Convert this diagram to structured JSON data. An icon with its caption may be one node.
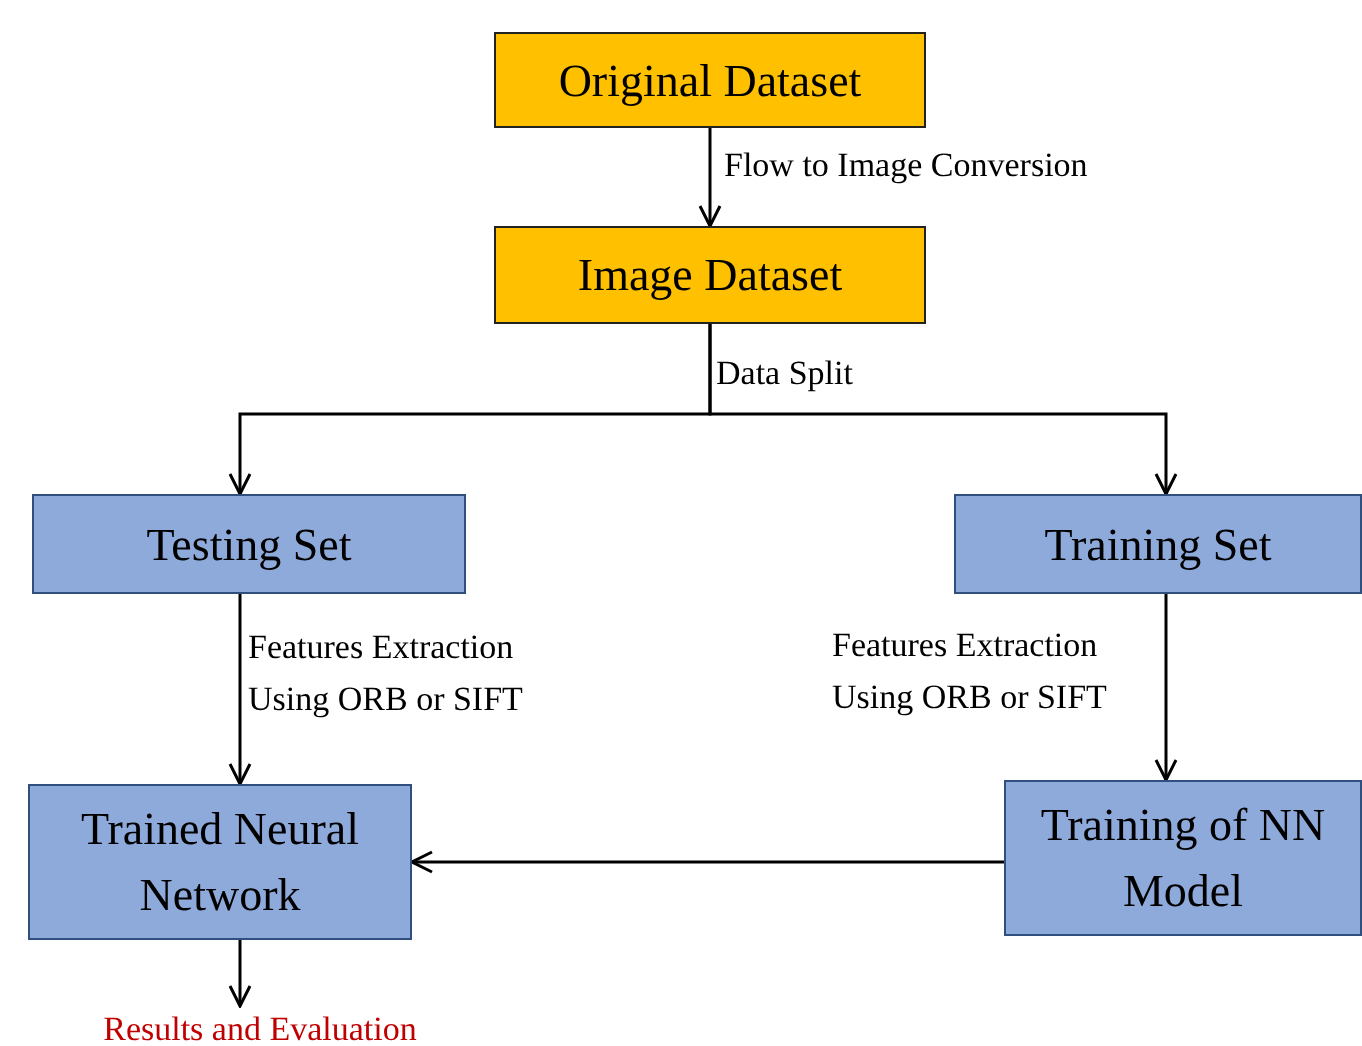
{
  "diagram": {
    "nodes": [
      {
        "text": [
          "Original Dataset"
        ]
      },
      {
        "text": [
          "Image Dataset"
        ]
      },
      {
        "text": [
          "Testing Set"
        ]
      },
      {
        "text": [
          "Training Set"
        ]
      },
      {
        "text": [
          "Trained Neural Network"
        ]
      },
      {
        "text": [
          "Training of NN Model"
        ]
      },
      {
        "text": [
          "Results and Evaluation"
        ]
      }
    ],
    "edges": [
      {
        "from": 0,
        "to": 1,
        "arrow": "to",
        "label": "Flow to Image Conversion"
      },
      {
        "from": 1,
        "to": 2,
        "arrow": "to",
        "label": "Data Split"
      },
      {
        "from": 1,
        "to": 3,
        "arrow": "to"
      },
      {
        "from": 2,
        "to": 4,
        "arrow": "to",
        "label": "Features Extraction Using ORB or SIFT"
      },
      {
        "from": 3,
        "to": 5,
        "arrow": "to",
        "label": "Features Extraction Using ORB or SIFT"
      },
      {
        "from": 5,
        "to": 4,
        "arrow": "to"
      },
      {
        "from": 4,
        "to": 6,
        "arrow": "to"
      }
    ]
  }
}
